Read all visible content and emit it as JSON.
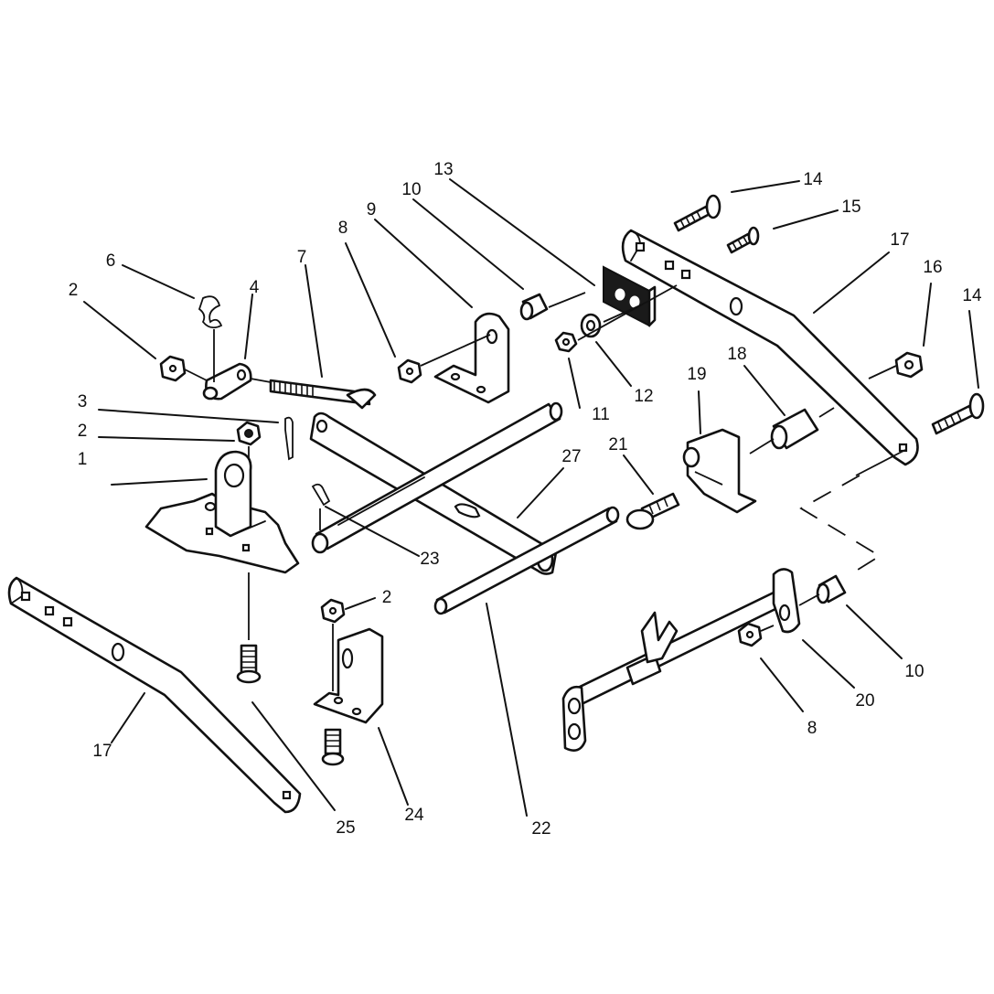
{
  "callouts": [
    {
      "id": "1",
      "label": "1"
    },
    {
      "id": "2a",
      "label": "2"
    },
    {
      "id": "2b",
      "label": "2"
    },
    {
      "id": "2c",
      "label": "2"
    },
    {
      "id": "3",
      "label": "3"
    },
    {
      "id": "4",
      "label": "4"
    },
    {
      "id": "6",
      "label": "6"
    },
    {
      "id": "7",
      "label": "7"
    },
    {
      "id": "8a",
      "label": "8"
    },
    {
      "id": "8b",
      "label": "8"
    },
    {
      "id": "9",
      "label": "9"
    },
    {
      "id": "10a",
      "label": "10"
    },
    {
      "id": "10b",
      "label": "10"
    },
    {
      "id": "11",
      "label": "11"
    },
    {
      "id": "12",
      "label": "12"
    },
    {
      "id": "13",
      "label": "13"
    },
    {
      "id": "14a",
      "label": "14"
    },
    {
      "id": "14b",
      "label": "14"
    },
    {
      "id": "15",
      "label": "15"
    },
    {
      "id": "16",
      "label": "16"
    },
    {
      "id": "17a",
      "label": "17"
    },
    {
      "id": "17b",
      "label": "17"
    },
    {
      "id": "18",
      "label": "18"
    },
    {
      "id": "19",
      "label": "19"
    },
    {
      "id": "20",
      "label": "20"
    },
    {
      "id": "21",
      "label": "21"
    },
    {
      "id": "22",
      "label": "22"
    },
    {
      "id": "23",
      "label": "23"
    },
    {
      "id": "24",
      "label": "24"
    },
    {
      "id": "25",
      "label": "25"
    },
    {
      "id": "27",
      "label": "27"
    }
  ]
}
